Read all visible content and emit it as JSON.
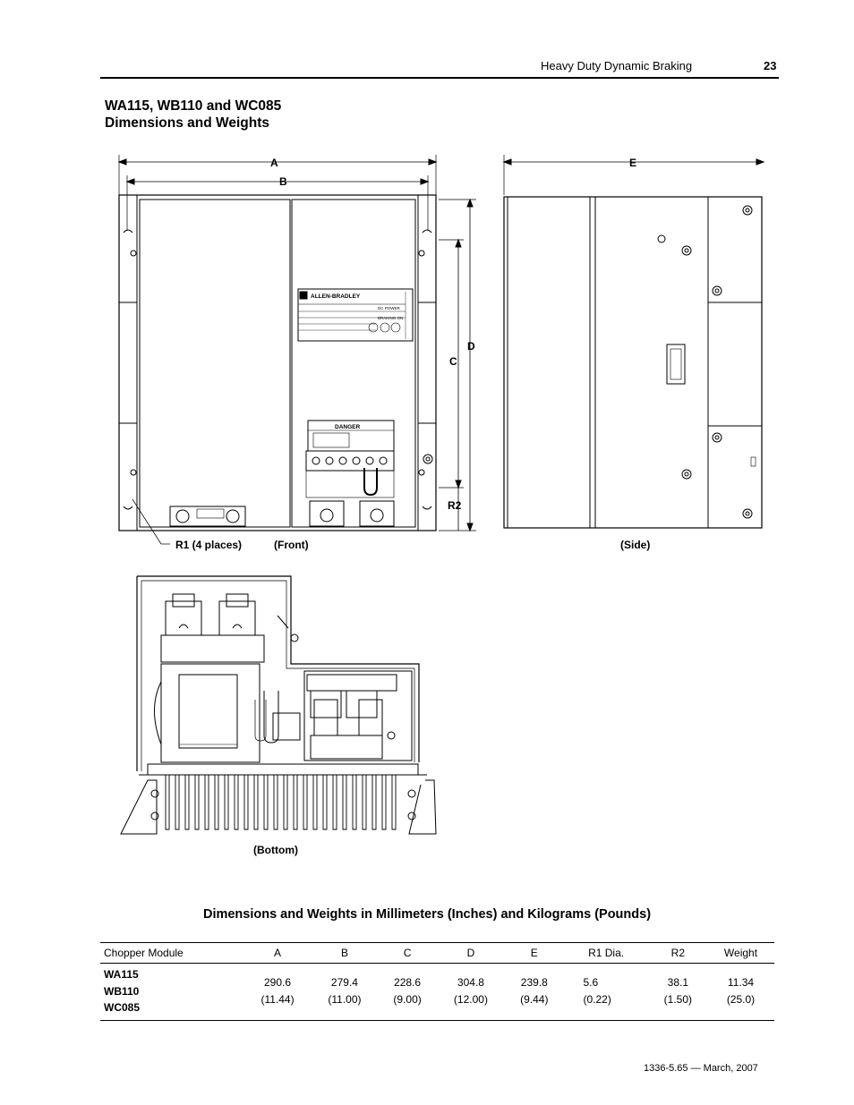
{
  "header": {
    "title": "Heavy Duty Dynamic Braking",
    "page": "23"
  },
  "section": {
    "title_line1": "WA115, WB110 and WC085",
    "title_line2": "Dimensions and Weights"
  },
  "front_diagram": {
    "label_a": "A",
    "label_b": "B",
    "label_c": "C",
    "label_d": "D",
    "label_r2": "R2",
    "label_r1": "R1  (4 places)",
    "caption": "(Front)",
    "nameplate_brand": "ALLEN-BRADLEY",
    "nameplate_dc_power": "DC POWER",
    "nameplate_braking_on": "BRAKING ON",
    "danger_label": "DANGER"
  },
  "side_diagram": {
    "label_e": "E",
    "caption": "(Side)"
  },
  "bottom_diagram": {
    "caption": "(Bottom)"
  },
  "table": {
    "title": "Dimensions and Weights in Millimeters (Inches) and Kilograms (Pounds)",
    "headers": [
      "Chopper Module",
      "A",
      "B",
      "C",
      "D",
      "E",
      "R1 Dia.",
      "R2",
      "Weight"
    ],
    "models": [
      "WA115",
      "WB110",
      "WC085"
    ],
    "values_mm": [
      "290.6",
      "279.4",
      "228.6",
      "304.8",
      "239.8",
      "5.6",
      "38.1",
      "11.34"
    ],
    "values_in": [
      "(11.44)",
      "(11.00)",
      "(9.00)",
      "(12.00)",
      "(9.44)",
      "(0.22)",
      "(1.50)",
      "(25.0)"
    ]
  },
  "footer": {
    "text": "1336-5.65 — March, 2007"
  }
}
